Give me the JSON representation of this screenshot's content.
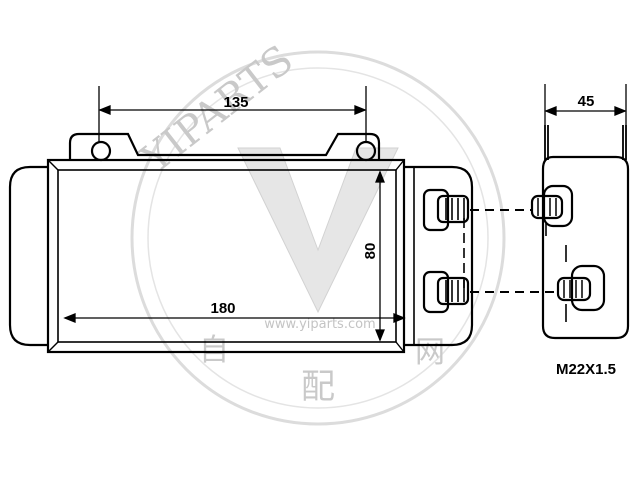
{
  "dimensions": {
    "top_width": "135",
    "inner_width": "180",
    "height": "80",
    "side_depth": "45"
  },
  "thread_spec": "M22X1.5",
  "watermark": {
    "brand": "YIPARTS",
    "url": "www.yiparts.com",
    "chars": [
      "配",
      "网"
    ]
  },
  "colors": {
    "line": "#000000",
    "watermark": "#c8c8c8"
  }
}
